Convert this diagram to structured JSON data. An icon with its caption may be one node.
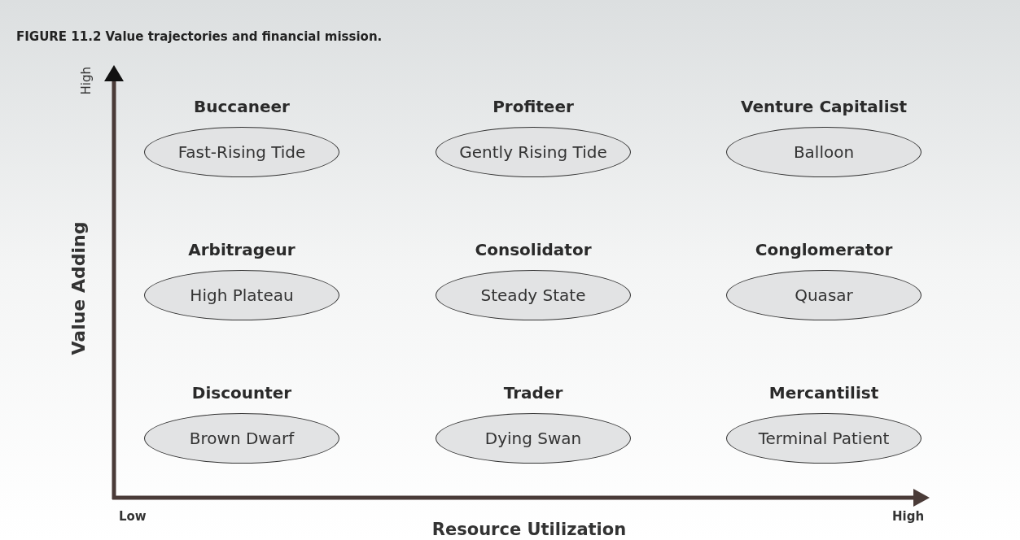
{
  "diagram": {
    "title": "FIGURE 11.2 Value trajectories and financial mission.",
    "nodes": [
      {
        "text": [
          "Buccaneer",
          "Fast-Rising Tide"
        ]
      },
      {
        "text": [
          "Profiteer",
          "Gently Rising Tide"
        ]
      },
      {
        "text": [
          "Venture Capitalist",
          "Balloon"
        ]
      },
      {
        "text": [
          "Arbitrageur",
          "High Plateau"
        ]
      },
      {
        "text": [
          "Consolidator",
          "Steady State"
        ]
      },
      {
        "text": [
          "Conglomerator",
          "Quasar"
        ]
      },
      {
        "text": [
          "Discounter",
          "Brown Dwarf"
        ]
      },
      {
        "text": [
          "Trader",
          "Dying Swan"
        ]
      },
      {
        "text": [
          "Mercantilist",
          "Terminal Patient"
        ]
      }
    ],
    "labels": [
      "High",
      "Value Adding",
      "Low",
      "Resource Utilization",
      "High"
    ]
  }
}
